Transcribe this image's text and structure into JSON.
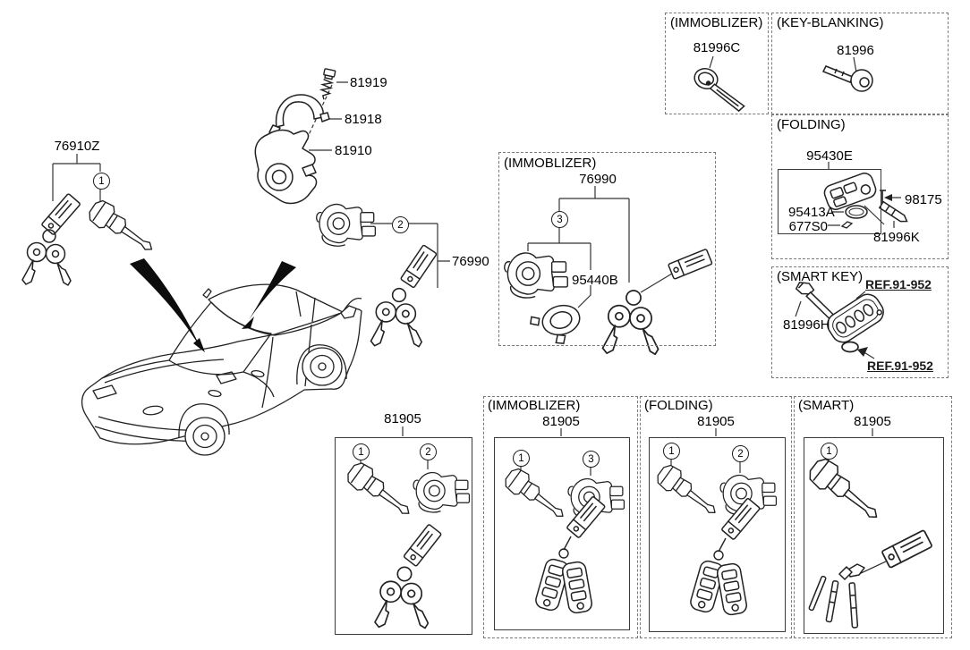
{
  "colors": {
    "line": "#222222",
    "dash_border": "#7a7a7a",
    "background": "#ffffff"
  },
  "callouts": {
    "c1": "1",
    "c2": "2",
    "c3": "3"
  },
  "labels": {
    "door_lock_key_set": "76910Z",
    "screw": "81919",
    "clamp": "81918",
    "lock_housing": "81910",
    "key_set": "76990"
  },
  "boxes": {
    "immobilizer_key": {
      "title": "(IMMOBLIZER)",
      "part": "81996C"
    },
    "key_blanking": {
      "title": "(KEY-BLANKING)",
      "part": "81996"
    },
    "folding": {
      "title": "(FOLDING)",
      "transmitter": "95430E",
      "battery": "95413A",
      "clip": "677S0",
      "pin": "98175",
      "blade": "81996K"
    },
    "smart_key": {
      "title": "(SMART KEY)",
      "insert_key": "81996H",
      "ref_top": "REF.91-952",
      "ref_bottom": "REF.91-952"
    },
    "immobilizer_set": {
      "title": "(IMMOBLIZER)",
      "part": "76990",
      "antenna": "95440B"
    },
    "kit_standard": {
      "part": "81905"
    },
    "kit_immobilizer": {
      "title": "(IMMOBLIZER)",
      "part": "81905"
    },
    "kit_folding": {
      "title": "(FOLDING)",
      "part": "81905"
    },
    "kit_smart": {
      "title": "(SMART)",
      "part": "81905"
    }
  }
}
